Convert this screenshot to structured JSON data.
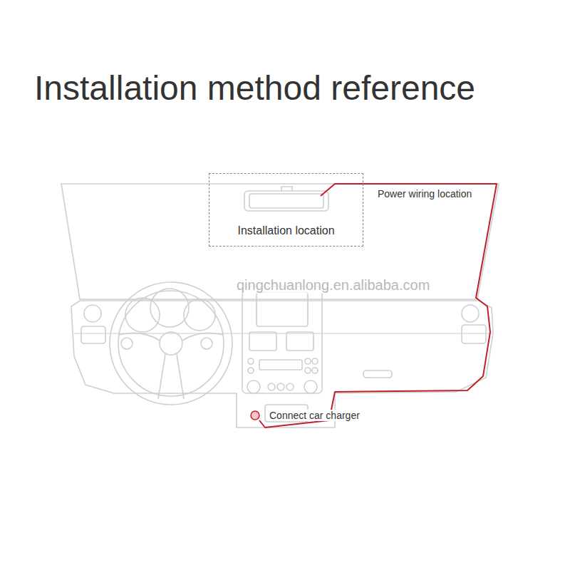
{
  "diagram": {
    "title": "Installation method reference",
    "nodes": [
      {
        "text": [
          "Installation location"
        ]
      }
    ],
    "labels": [
      "Power wiring location",
      "Connect car charger",
      "qingchuanlong.en.alibaba.com"
    ]
  }
}
